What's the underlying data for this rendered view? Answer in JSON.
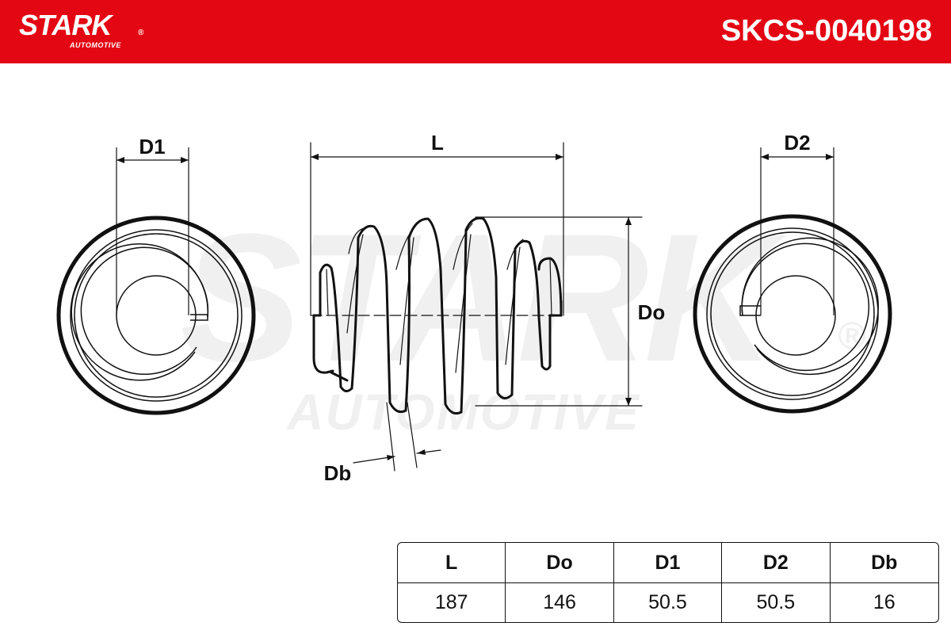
{
  "header": {
    "brand": "STARK",
    "brand_mark": "®",
    "brand_sub": "AUTOMOTIVE",
    "part_number": "SKCS-0040198"
  },
  "diagram": {
    "label_d1": "D1",
    "label_l": "L",
    "label_d2": "D2",
    "label_do": "Do",
    "label_db": "Db",
    "watermark_main": "STARK",
    "watermark_sub": "AUTOMOTIVE",
    "watermark_mark": "®"
  },
  "spec_table": {
    "headers": [
      "L",
      "Do",
      "D1",
      "D2",
      "Db"
    ],
    "values": [
      "187",
      "146",
      "50.5",
      "50.5",
      "16"
    ]
  },
  "colors": {
    "brand_red": "#e30613",
    "line": "#111111",
    "watermark": "#f0f0f0"
  }
}
